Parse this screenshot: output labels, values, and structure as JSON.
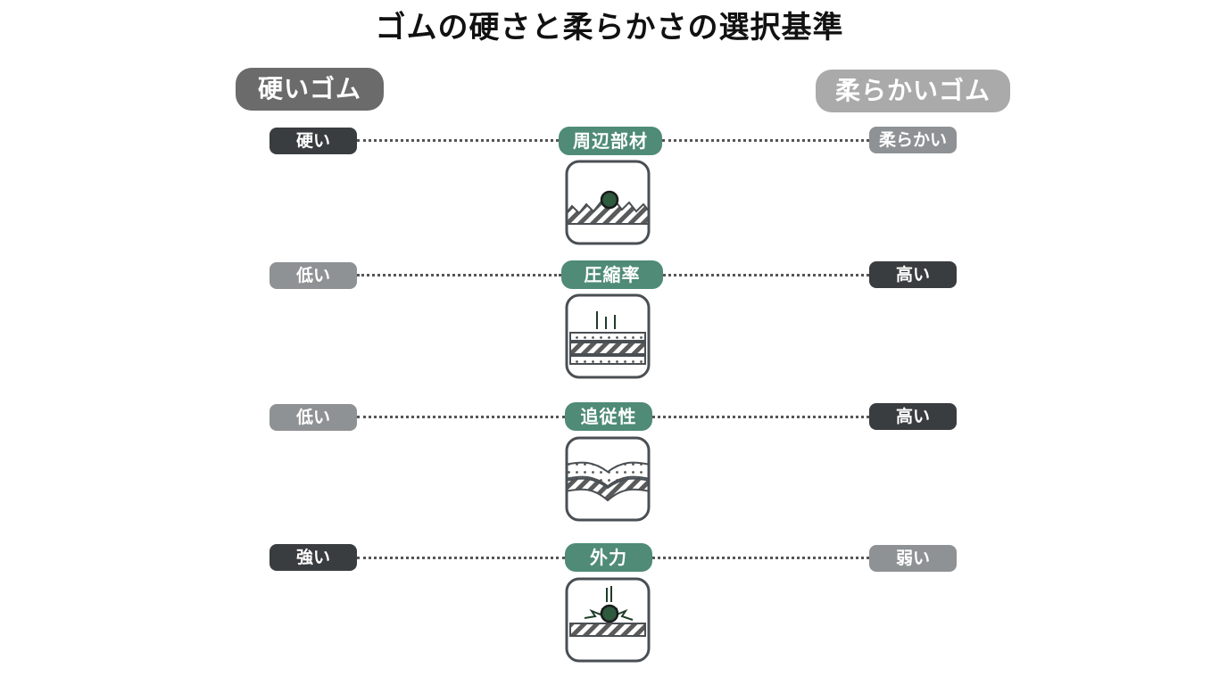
{
  "title": "ゴムの硬さと柔らかさの選択基準",
  "left_heading": "硬いゴム",
  "right_heading": "柔らかいゴム",
  "colors": {
    "accent_green": "#4f8b77",
    "dark_pill": "#3a3d3f",
    "light_pill": "#8f9294",
    "left_heading_bg": "#6b6b6b",
    "right_heading_bg": "#aaaaaa",
    "icon_stroke": "#4a4f54",
    "ball": "#2e5a3e"
  },
  "criteria": [
    {
      "label": "周辺部材",
      "left": "硬い",
      "right": "柔らかい",
      "left_tone": "dark",
      "right_tone": "light",
      "icon": "rough-surface-with-ball-icon"
    },
    {
      "label": "圧縮率",
      "left": "低い",
      "right": "高い",
      "left_tone": "light",
      "right_tone": "dark",
      "icon": "compression-layers-icon"
    },
    {
      "label": "追従性",
      "left": "低い",
      "right": "高い",
      "left_tone": "light",
      "right_tone": "dark",
      "icon": "wavy-conformance-icon"
    },
    {
      "label": "外力",
      "left": "強い",
      "right": "弱い",
      "left_tone": "dark",
      "right_tone": "light",
      "icon": "impact-ball-icon"
    }
  ]
}
